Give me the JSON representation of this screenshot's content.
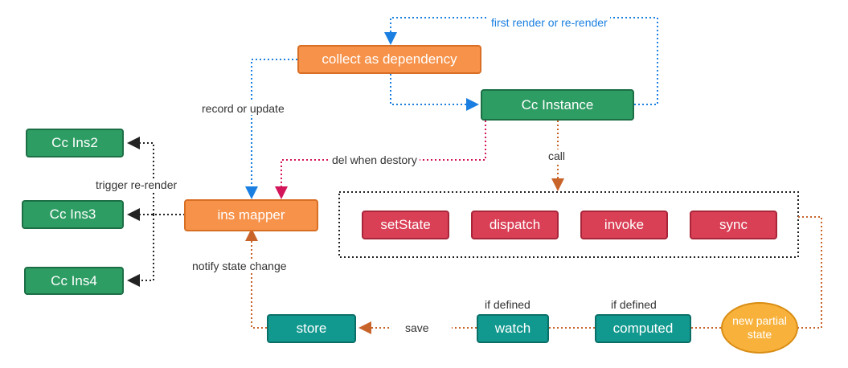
{
  "nodes": {
    "collect": "collect as dependency",
    "cc_instance": "Cc Instance",
    "ins_mapper": "ins mapper",
    "cc_ins2": "Cc Ins2",
    "cc_ins3": "Cc Ins3",
    "cc_ins4": "Cc Ins4",
    "set_state": "setState",
    "dispatch": "dispatch",
    "invoke": "invoke",
    "sync": "sync",
    "store": "store",
    "watch": "watch",
    "computed": "computed",
    "new_partial_state": "new partial state"
  },
  "edges": {
    "first_render": "first render or re-render",
    "record_update": "record or update",
    "del_destory": "del when destory",
    "call": "call",
    "trigger_rerender": "trigger re-render",
    "notify_change": "notify state change",
    "save": "save",
    "if_defined_watch": "if defined",
    "if_defined_computed": "if defined"
  },
  "colors": {
    "green": "#2e9d64",
    "orange": "#f7924a",
    "red": "#d93f55",
    "teal": "#12998f",
    "ellipse": "#f8b23c",
    "blue_line": "#1a7fe0",
    "crimson_line": "#d3155a",
    "brown_line": "#c8642a",
    "black_line": "#222222"
  }
}
